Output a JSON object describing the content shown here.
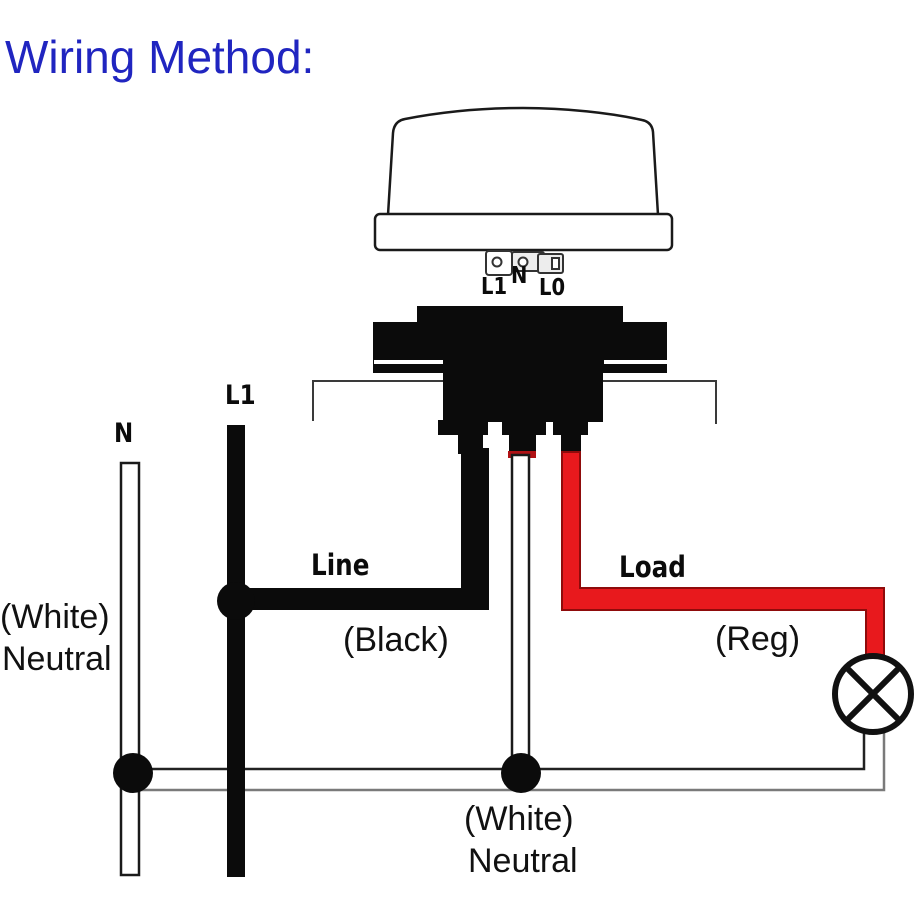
{
  "title": "Wiring Method:",
  "palette": {
    "title_blue": "#2025c0",
    "wire_red": "#e8191d",
    "wire_red_edge": "#8f0b0b",
    "wire_black": "#0b0b0b",
    "wire_white": "#ffffff",
    "outline_dark": "#1a1a1a",
    "outline_gray": "#7a7a7a"
  },
  "device": {
    "terminal_l1": "L1",
    "terminal_n": "N",
    "terminal_l0": "L0"
  },
  "wires": {
    "supply_neutral_tag": "N",
    "supply_line_tag": "L1",
    "line_name": "Line",
    "line_note": "(Black)",
    "load_name": "Load",
    "load_note": "(Reg)",
    "left_neutral_note_1": "(White)",
    "left_neutral_note_2": "Neutral",
    "bottom_neutral_note_1": "(White)",
    "bottom_neutral_note_2": "Neutral"
  }
}
